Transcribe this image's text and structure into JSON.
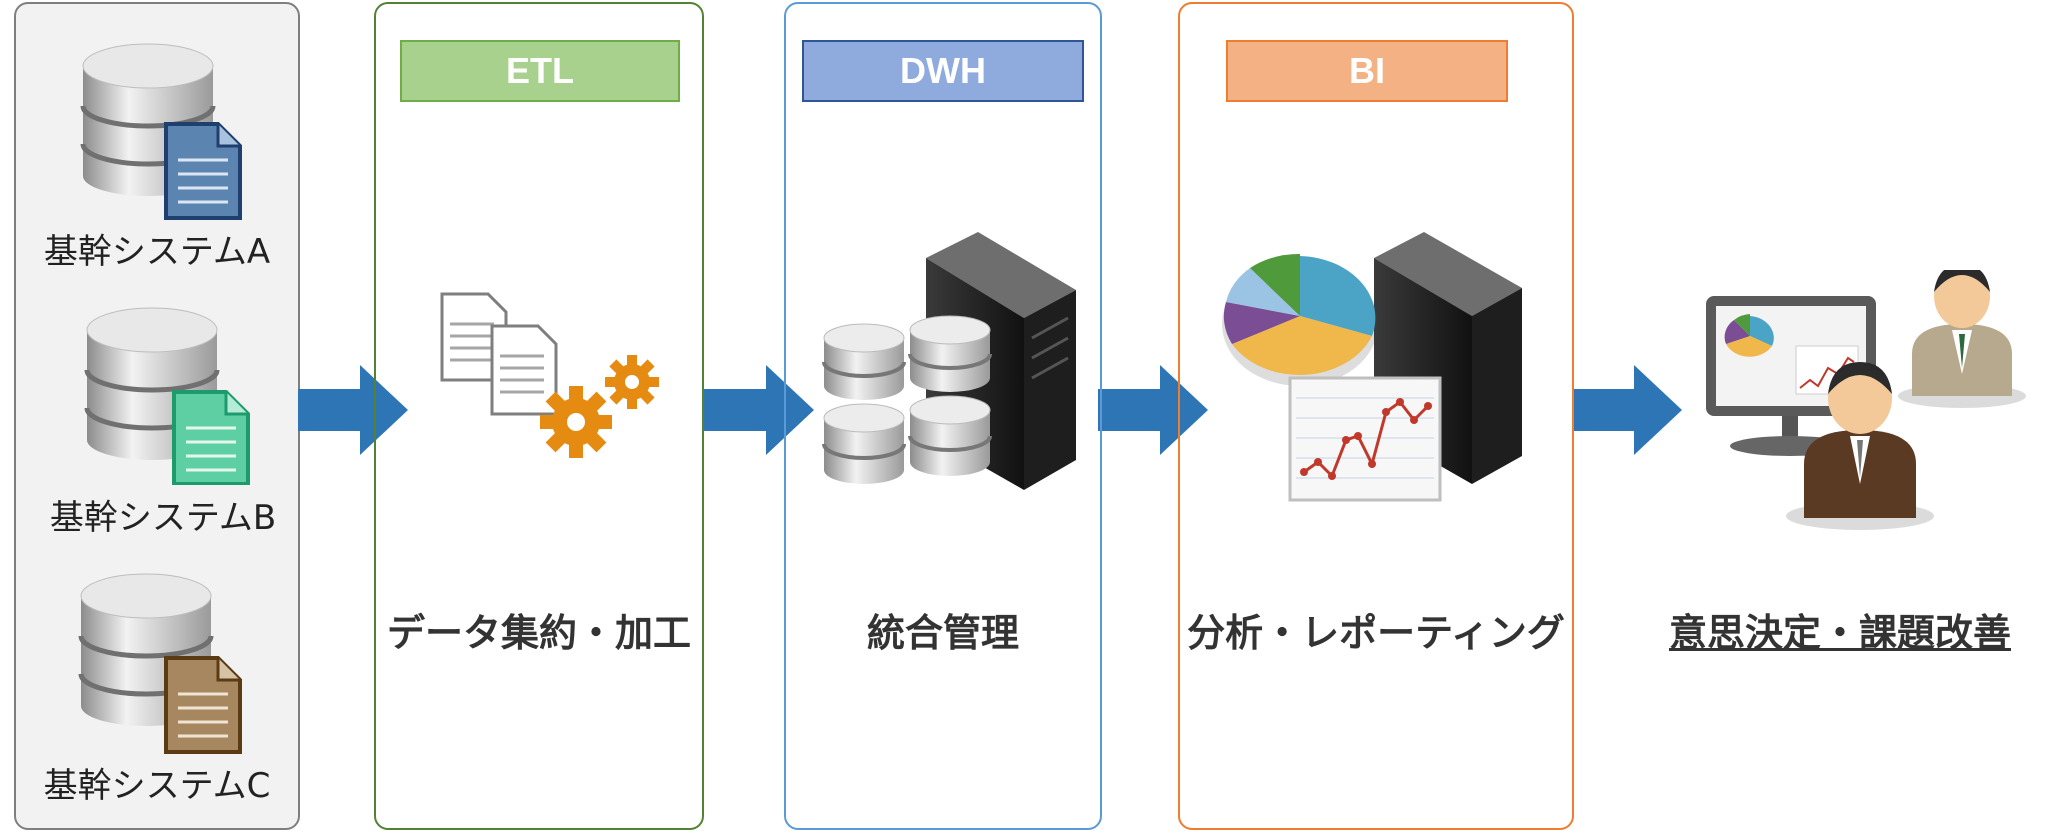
{
  "sources": {
    "system_a": "基幹システムA",
    "system_b": "基幹システムB",
    "system_c": "基幹システムC"
  },
  "stages": {
    "etl": {
      "header": "ETL",
      "caption": "データ集約・加工"
    },
    "dwh": {
      "header": "DWH",
      "caption": "統合管理"
    },
    "bi": {
      "header": "BI",
      "caption": "分析・レポーティング"
    }
  },
  "outcome": {
    "caption": "意思決定・課題改善"
  },
  "colors": {
    "etl": "#a9d18e",
    "dwh": "#8faadc",
    "bi": "#f4b183",
    "arrow": "#2e75b6",
    "doc_a": "#5b84b1",
    "doc_b": "#5dcfa3",
    "doc_c": "#a6875f"
  }
}
